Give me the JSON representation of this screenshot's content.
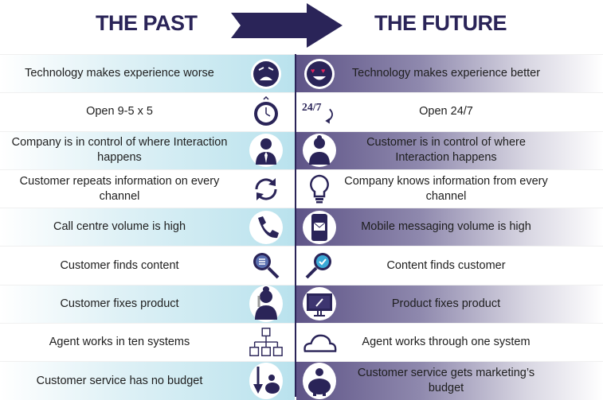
{
  "header": {
    "past": "THE PAST",
    "future": "THE FUTURE"
  },
  "colors": {
    "navy": "#2a2458",
    "blue": "#b9e2ed",
    "purple": "#5e5487"
  },
  "rows": [
    {
      "past": "Technology makes experience worse",
      "past_icon": "sad-face-icon",
      "future": "Technology makes experience better",
      "future_icon": "heart-eyes-face-icon"
    },
    {
      "past": "Open 9-5 x 5",
      "past_icon": "clock-icon",
      "future": "Open 24/7",
      "future_icon": "twenty-four-seven-icon",
      "future_icon_text": "24/7"
    },
    {
      "past": "Company is in control of where Interaction happens",
      "past_icon": "businessman-icon",
      "future": "Customer is in control of where Interaction happens",
      "future_icon": "customer-woman-icon"
    },
    {
      "past": "Customer repeats information on every channel",
      "past_icon": "repeat-arrows-icon",
      "future": "Company knows information from every channel",
      "future_icon": "lightbulb-icon"
    },
    {
      "past": "Call centre volume is high",
      "past_icon": "phone-icon",
      "future": "Mobile messaging volume is high",
      "future_icon": "mobile-message-icon"
    },
    {
      "past": "Customer finds content",
      "past_icon": "magnifier-list-icon",
      "future": "Content finds customer",
      "future_icon": "magnifier-check-icon"
    },
    {
      "past": "Customer fixes product",
      "past_icon": "woman-wrench-icon",
      "future": "Product fixes product",
      "future_icon": "monitor-wrench-icon"
    },
    {
      "past": "Agent works in ten systems",
      "past_icon": "org-chart-icon",
      "future": "Agent works through one system",
      "future_icon": "cloud-icon"
    },
    {
      "past": "Customer service has no budget",
      "past_icon": "piggy-bank-down-icon",
      "future": "Customer service gets marketing’s budget",
      "future_icon": "piggy-bank-icon"
    }
  ]
}
